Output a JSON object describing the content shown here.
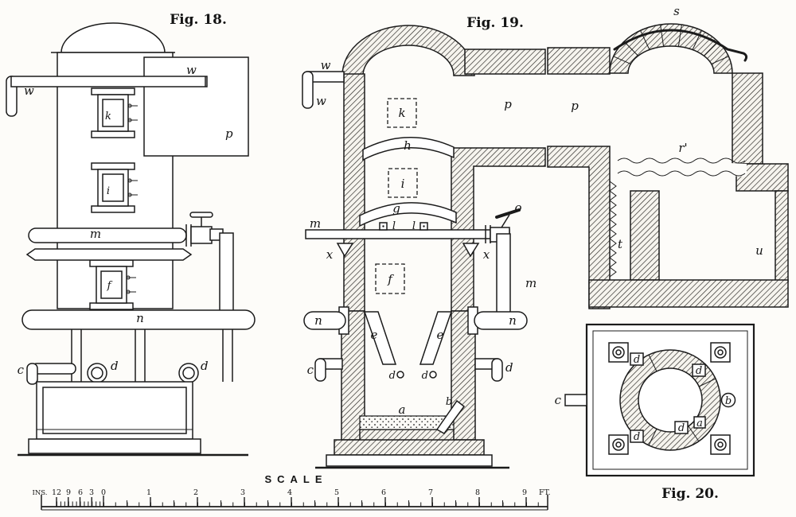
{
  "figure18": {
    "caption": "Fig. 18.",
    "parts": {
      "w_left": "w",
      "w_top": "w",
      "p": "p",
      "k": "k",
      "i": "i",
      "m": "m",
      "f": "f",
      "n": "n",
      "c": "c",
      "d_left": "d",
      "d_right": "d"
    }
  },
  "figure19": {
    "caption": "Fig. 19.",
    "parts": {
      "w_upper": "w",
      "w_lower": "w",
      "k": "k",
      "h": "h",
      "i": "i",
      "g": "g",
      "m_left": "m",
      "l_left": "l",
      "l_right": "l",
      "x_left": "x",
      "x_right": "x",
      "f": "f",
      "o": "o",
      "m_right": "m",
      "n_left": "n",
      "n_right": "n",
      "e_left": "e",
      "e_right": "e",
      "c": "c",
      "d_inner_left": "d",
      "d_inner_right": "d",
      "d_outer": "d",
      "a": "a",
      "b": "b",
      "p": "p"
    }
  },
  "figure19_flue": {
    "parts": {
      "s": "s",
      "p": "p",
      "r": "r'",
      "t": "t",
      "u": "u"
    }
  },
  "figure20": {
    "caption": "Fig. 20.",
    "parts": {
      "d_top": "d",
      "d_right": "d",
      "d_bottom_left": "d",
      "d_bottom_right": "d",
      "a": "a",
      "b": "b",
      "c": "c"
    }
  },
  "scale_bar": {
    "title": "SCALE",
    "inches_unit": "INS.",
    "inch_ticks": [
      "12",
      "9",
      "6",
      "3",
      "0"
    ],
    "foot_ticks": [
      "1",
      "2",
      "3",
      "4",
      "5",
      "6",
      "7",
      "8",
      "9"
    ],
    "feet_unit": "FT."
  }
}
